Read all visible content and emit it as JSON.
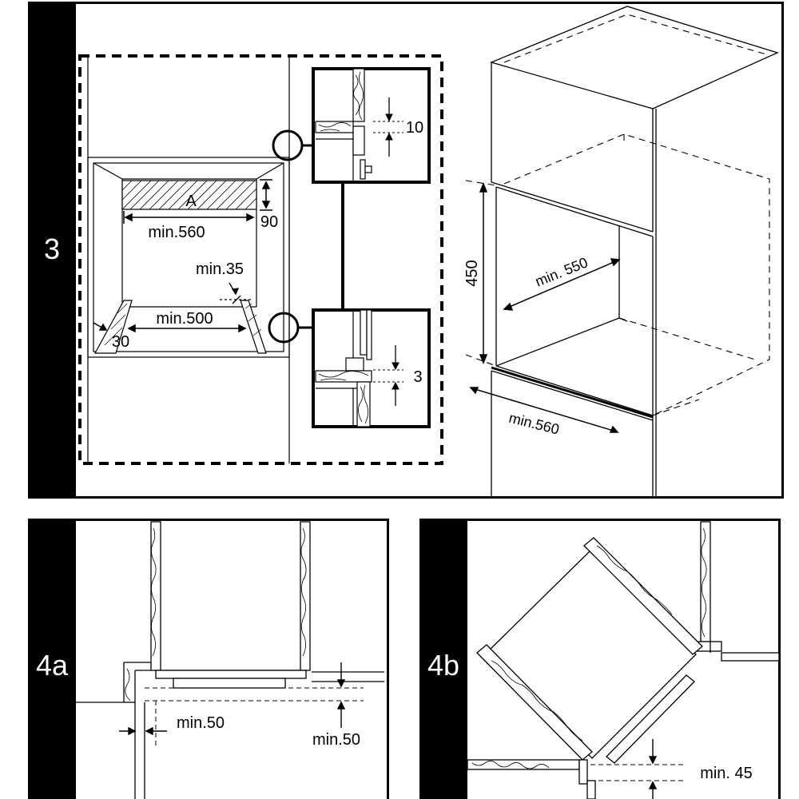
{
  "steps": {
    "s3": "3",
    "s4a": "4a",
    "s4b": "4b"
  },
  "panel3": {
    "label_a": "A",
    "dim_90": "90",
    "dim_min560": "min.560",
    "dim_min35": "min.35",
    "dim_min500": "min.500",
    "dim_30": "30",
    "dim_10": "10",
    "dim_3": "3",
    "dim_450": "450",
    "dim_min550": "min. 550",
    "dim_min560_iso": "min.560"
  },
  "panel4a": {
    "dim_min50_side": "min.50",
    "dim_min50_front": "min.50"
  },
  "panel4b": {
    "dim_min45": "min. 45"
  },
  "colors": {
    "ink": "#000000",
    "paper": "#ffffff",
    "band": "#000000"
  }
}
